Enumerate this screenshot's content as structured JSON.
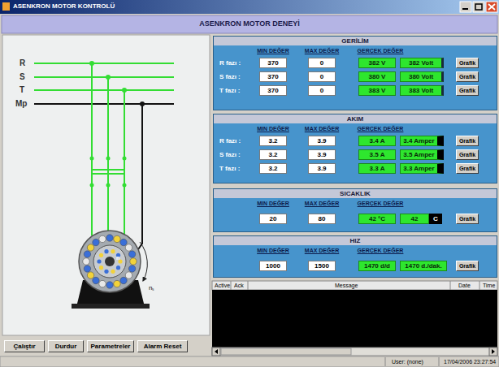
{
  "diagram": {
    "title": "ASENKRON MOTOR DENEYİ",
    "nodes": [
      {
        "text": [
          "GERİLİM",
          "MIN DEĞER",
          "MAX DEĞER",
          "GERÇEK DEĞER",
          "R fazı :",
          "S fazı :",
          "T fazı :"
        ]
      },
      {
        "text": [
          "370"
        ],
        "in": 0
      },
      {
        "text": [
          "0"
        ],
        "in": 0
      },
      {
        "text": [
          "382 V"
        ],
        "in": 0
      },
      {
        "text": [
          "382 Volt"
        ],
        "in": 0
      },
      {
        "text": [
          "Grafik"
        ],
        "in": 0
      },
      {
        "text": [
          "370"
        ],
        "in": 0
      },
      {
        "text": [
          "0"
        ],
        "in": 0
      },
      {
        "text": [
          "380 V"
        ],
        "in": 0
      },
      {
        "text": [
          "380 Volt"
        ],
        "in": 0
      },
      {
        "text": [
          "Grafik"
        ],
        "in": 0
      },
      {
        "text": [
          "370"
        ],
        "in": 0
      },
      {
        "text": [
          "0"
        ],
        "in": 0
      },
      {
        "text": [
          "383 V"
        ],
        "in": 0
      },
      {
        "text": [
          "383 Volt"
        ],
        "in": 0
      },
      {
        "text": [
          "Grafik"
        ],
        "in": 0
      },
      {
        "text": [
          "AKIM",
          "MIN DEĞER",
          "MAX DEĞER",
          "GERÇEK DEĞER",
          "R fazı :",
          "S fazı :",
          "T fazı :"
        ]
      },
      {
        "text": [
          "3.2"
        ],
        "in": 16
      },
      {
        "text": [
          "3.9"
        ],
        "in": 16
      },
      {
        "text": [
          "3.4 A"
        ],
        "in": 16
      },
      {
        "text": [
          "3.4 Amper"
        ],
        "in": 16
      },
      {
        "text": [
          "Grafik"
        ],
        "in": 16
      },
      {
        "text": [
          "3.2"
        ],
        "in": 16
      },
      {
        "text": [
          "3.9"
        ],
        "in": 16
      },
      {
        "text": [
          "3.5 A"
        ],
        "in": 16
      },
      {
        "text": [
          "3.5 Amper"
        ],
        "in": 16
      },
      {
        "text": [
          "Grafik"
        ],
        "in": 16
      },
      {
        "text": [
          "3.2"
        ],
        "in": 16
      },
      {
        "text": [
          "3.9"
        ],
        "in": 16
      },
      {
        "text": [
          "3.3 A"
        ],
        "in": 16
      },
      {
        "text": [
          "3.3 Amper"
        ],
        "in": 16
      },
      {
        "text": [
          "Grafik"
        ],
        "in": 16
      },
      {
        "text": [
          "SICAKLIK",
          "MIN DEĞER",
          "MAX DEĞER",
          "GERÇEK DEĞER"
        ]
      },
      {
        "text": [
          "20"
        ],
        "in": 32
      },
      {
        "text": [
          "80"
        ],
        "in": 32
      },
      {
        "text": [
          "42 °C"
        ],
        "in": 32
      },
      {
        "text": [
          "42"
        ],
        "in": 32
      },
      {
        "text": [
          "C"
        ],
        "in": 32
      },
      {
        "text": [
          "Grafik"
        ],
        "in": 32
      },
      {
        "text": [
          "HIZ",
          "MIN DEĞER",
          "MAX DEĞER",
          "GERÇEK DEĞER"
        ]
      },
      {
        "text": [
          "1000"
        ],
        "in": 39
      },
      {
        "text": [
          "1500"
        ],
        "in": 39
      },
      {
        "text": [
          "1470 d/d"
        ],
        "in": 39
      },
      {
        "text": [
          "1470 d./dak."
        ],
        "in": 39
      },
      {
        "text": [
          "Grafik"
        ],
        "in": 39
      },
      {
        "text": [
          "Çalıştır"
        ]
      },
      {
        "text": [
          "Durdur"
        ]
      },
      {
        "text": [
          "Parametreler"
        ]
      },
      {
        "text": [
          "Alarm Reset"
        ]
      }
    ],
    "labels": [
      "ASENKRON MOTOR KONTROLÜ",
      "R",
      "S",
      "T",
      "Mp",
      "n",
      "nₛ",
      "Active",
      "Ack",
      "Message",
      "Date",
      "Time",
      "User: (none)",
      "17/04/2006 23:27:54"
    ]
  }
}
